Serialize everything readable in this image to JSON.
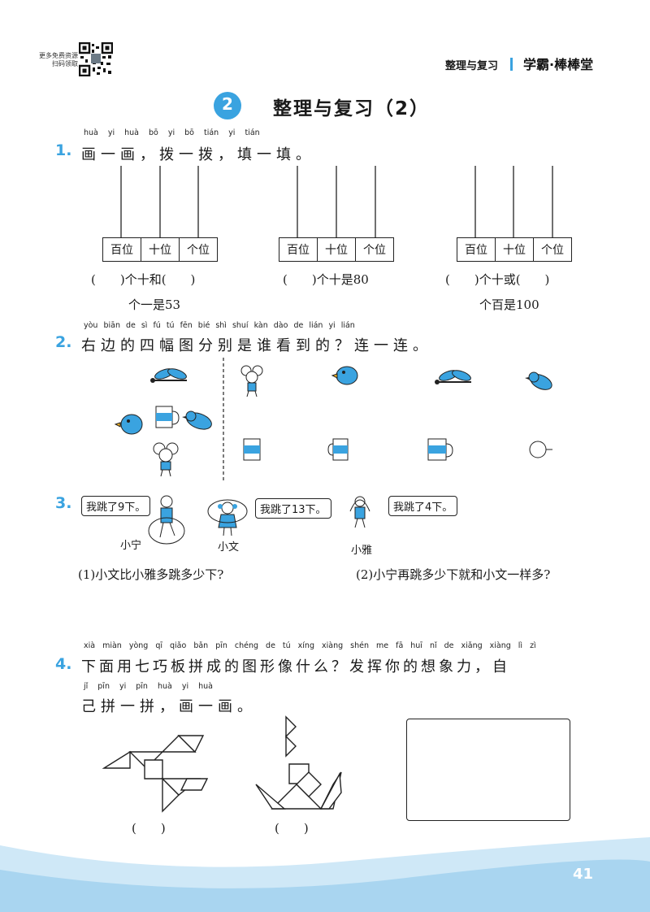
{
  "header": {
    "qr_note_line1": "更多免费资源",
    "qr_note_line2": "扫码领取",
    "section": "整理与复习",
    "brand": "学霸·棒棒堂"
  },
  "lesson": {
    "number": "2",
    "title": "整理与复习（2）"
  },
  "q1": {
    "num": "1.",
    "pinyin": [
      "huà",
      "yi",
      "huà",
      "bō",
      "yi",
      "bō",
      "tián",
      "yi",
      "tián"
    ],
    "text": "画一画，拨一拨，填一填。",
    "place_labels": [
      "百位",
      "十位",
      "个位"
    ],
    "items": [
      {
        "line1": "(　　)个十和(　　)",
        "line2": "个一是53"
      },
      {
        "line1": "(　　)个十是80",
        "line2": ""
      },
      {
        "line1": "(　　)个十或(　　)",
        "line2": "个百是100"
      }
    ]
  },
  "q2": {
    "num": "2.",
    "pinyin": [
      "yòu",
      "biān",
      "de",
      "sì",
      "fú",
      "tú",
      "fēn",
      "bié",
      "shì",
      "shuí",
      "kàn",
      "dào",
      "de",
      "lián",
      "yi",
      "lián"
    ],
    "text": "右边的四幅图分别是谁看到的？连一连。"
  },
  "q3": {
    "num": "3.",
    "kids": [
      {
        "name": "小宁",
        "says": "我跳了9下。"
      },
      {
        "name": "小文",
        "says": "我跳了13下。"
      },
      {
        "name": "小雅",
        "says": "我跳了4下。"
      }
    ],
    "sub1": "(1)小文比小雅多跳多少下?",
    "sub2": "(2)小宁再跳多少下就和小文一样多?"
  },
  "q4": {
    "num": "4.",
    "pinyin1": [
      "xià",
      "miàn",
      "yòng",
      "qī",
      "qiǎo",
      "bǎn",
      "pīn",
      "chéng",
      "de",
      "tú",
      "xíng",
      "xiàng",
      "shén",
      "me",
      "fā",
      "huī",
      "nǐ",
      "de",
      "xiǎng",
      "xiàng",
      "lì",
      "zì"
    ],
    "line1": "下面用七巧板拼成的图形像什么？发挥你的想象力，自",
    "pinyin2": [
      "jǐ",
      "pīn",
      "yi",
      "pīn",
      "huà",
      "yi",
      "huà"
    ],
    "line2": "己拼一拼，画一画。",
    "answer1": "(　　)",
    "answer2": "(　　)"
  },
  "footer": {
    "page_number": "41"
  },
  "colors": {
    "accent": "#3aa3e0",
    "wave": "#cfe8f7",
    "wave_dark": "#a9d5f0"
  }
}
